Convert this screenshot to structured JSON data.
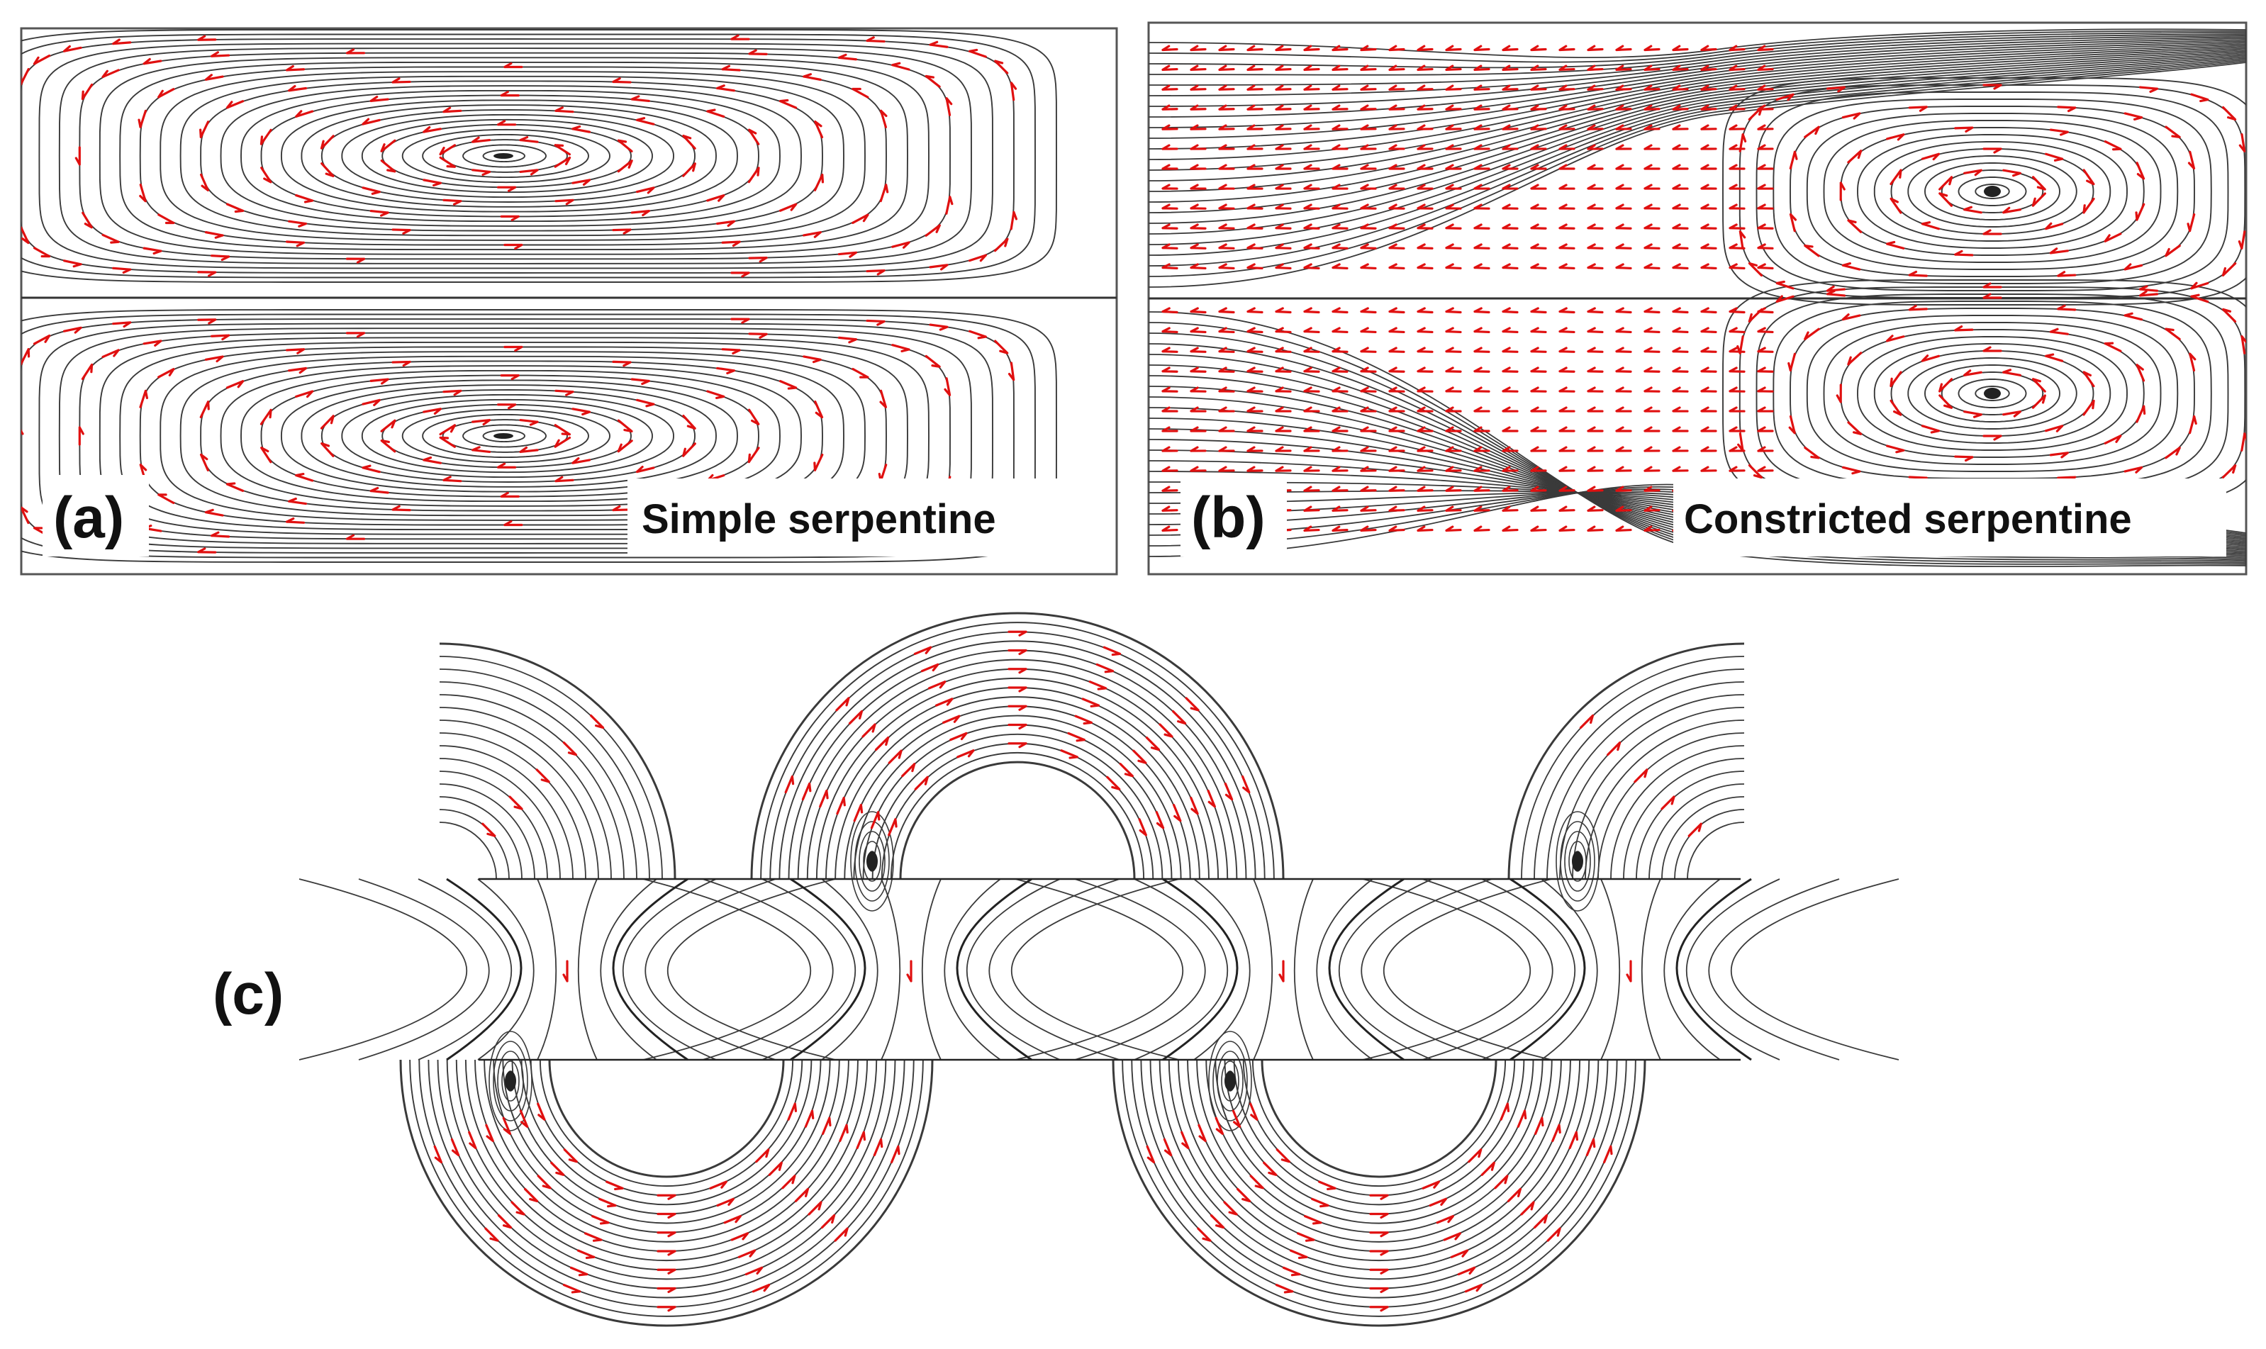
{
  "panels": {
    "a": {
      "label": "(a)",
      "caption": "Simple serpentine"
    },
    "b": {
      "label": "(b)",
      "caption": "Constricted serpentine"
    },
    "c": {
      "label": "(c)"
    }
  },
  "colors": {
    "streamline": "#3a3a3a",
    "arrow": "#e01010",
    "frame": "#555555",
    "background": "#ffffff"
  }
}
